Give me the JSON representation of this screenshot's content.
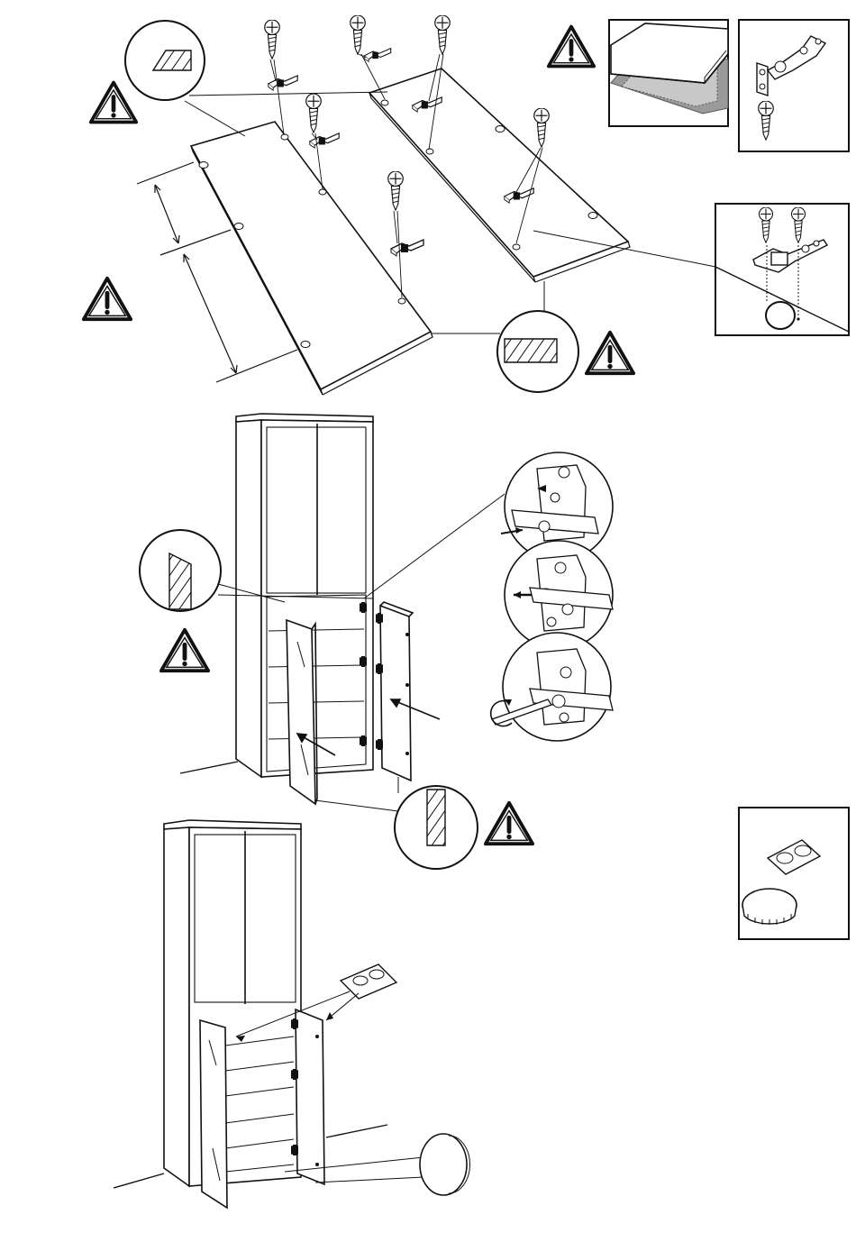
{
  "page": {
    "background": "#ffffff",
    "ink": "#111111",
    "hatch": "#777777",
    "rug": "#9a9a9a"
  },
  "warnings": [
    {
      "id": "w1",
      "glyph": "!",
      "icon": "warning-triangle-icon"
    },
    {
      "id": "w2",
      "glyph": "!",
      "icon": "warning-triangle-icon"
    },
    {
      "id": "w3",
      "glyph": "!",
      "icon": "warning-triangle-icon"
    },
    {
      "id": "w4",
      "glyph": "!",
      "icon": "warning-triangle-icon"
    },
    {
      "id": "w5",
      "glyph": "!",
      "icon": "warning-triangle-icon"
    },
    {
      "id": "w6",
      "glyph": "!",
      "icon": "warning-triangle-icon"
    }
  ],
  "steps": [
    {
      "id": "step-hinges",
      "icon": "hinge-mounting-icon"
    },
    {
      "id": "step-doors",
      "icon": "door-hanging-icon"
    },
    {
      "id": "step-bumpers",
      "icon": "door-bumper-icon"
    }
  ],
  "callouts": [
    {
      "id": "edge-detail",
      "icon": "magnifier-circle-icon"
    },
    {
      "id": "rug-detail",
      "icon": "soft-surface-icon"
    },
    {
      "id": "hinge-part",
      "icon": "hinge-icon"
    },
    {
      "id": "hinge-detail",
      "icon": "hinge-cup-icon"
    },
    {
      "id": "clip-detail",
      "icon": "clip-hinge-icon"
    },
    {
      "id": "bumper-part",
      "icon": "bumper-pad-icon"
    }
  ]
}
